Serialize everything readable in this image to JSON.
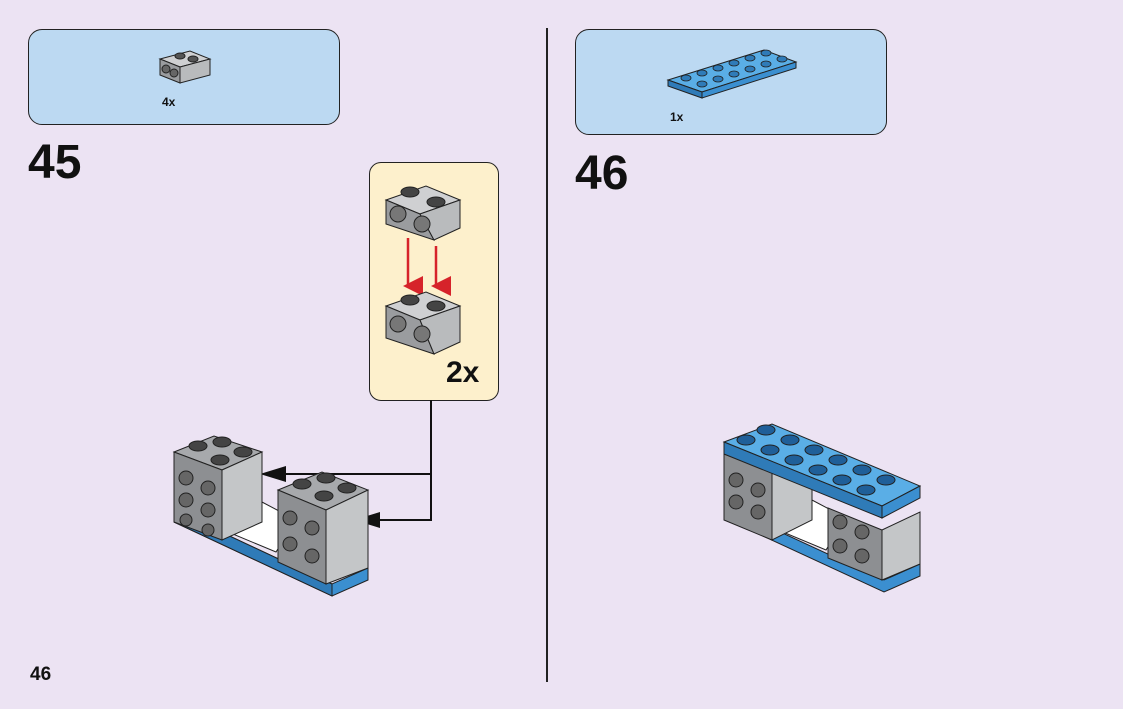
{
  "left_step": {
    "number": "45",
    "parts": [
      {
        "part": "gray-1x2-brick-with-side-studs",
        "quantity": "4x"
      }
    ],
    "sub_assembly_quantity": "2x"
  },
  "right_step": {
    "number": "46",
    "parts": [
      {
        "part": "blue-2x6-plate",
        "quantity": "1x"
      }
    ]
  },
  "page_number": "46",
  "colors": {
    "background": "#ece3f3",
    "parts_box": "#bcd9f2",
    "sub_assembly_box": "#fdf0cc",
    "brick_gray": "#a7a9ac",
    "plate_blue": "#3b8fd0",
    "arrow_red": "#d6232a"
  }
}
